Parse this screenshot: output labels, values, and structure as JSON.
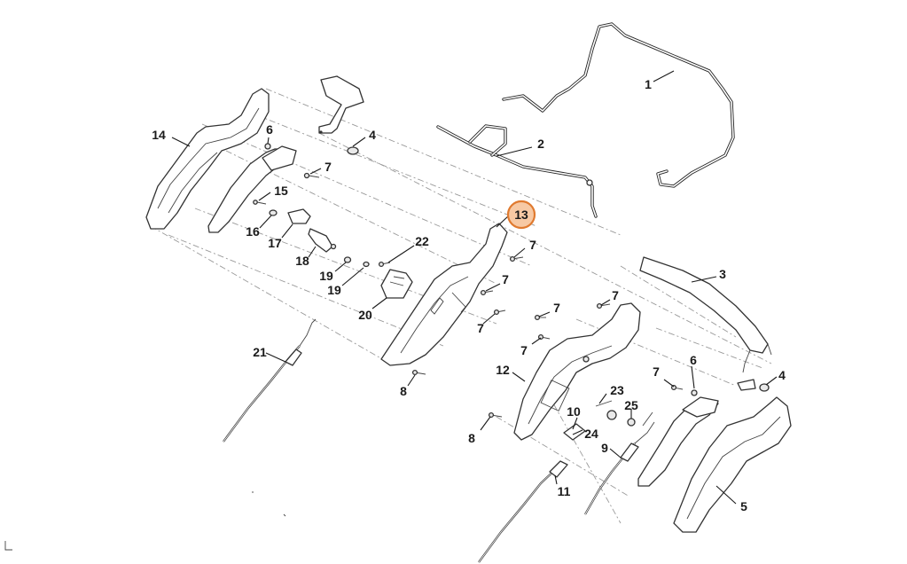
{
  "diagram": {
    "callouts": [
      {
        "id": "c1",
        "text": "1"
      },
      {
        "id": "c2",
        "text": "2"
      },
      {
        "id": "c3",
        "text": "3"
      },
      {
        "id": "c4a",
        "text": "4"
      },
      {
        "id": "c4b",
        "text": "4"
      },
      {
        "id": "c5",
        "text": "5"
      },
      {
        "id": "c6a",
        "text": "6"
      },
      {
        "id": "c6b",
        "text": "6"
      },
      {
        "id": "c7a",
        "text": "7"
      },
      {
        "id": "c7b",
        "text": "7"
      },
      {
        "id": "c7c",
        "text": "7"
      },
      {
        "id": "c7d",
        "text": "7"
      },
      {
        "id": "c7e",
        "text": "7"
      },
      {
        "id": "c7f",
        "text": "7"
      },
      {
        "id": "c7g",
        "text": "7"
      },
      {
        "id": "c7h",
        "text": "7"
      },
      {
        "id": "c8a",
        "text": "8"
      },
      {
        "id": "c8b",
        "text": "8"
      },
      {
        "id": "c9",
        "text": "9"
      },
      {
        "id": "c10",
        "text": "10"
      },
      {
        "id": "c11",
        "text": "11"
      },
      {
        "id": "c12",
        "text": "12"
      },
      {
        "id": "c13",
        "text": "13"
      },
      {
        "id": "c14",
        "text": "14"
      },
      {
        "id": "c15",
        "text": "15"
      },
      {
        "id": "c16",
        "text": "16"
      },
      {
        "id": "c17",
        "text": "17"
      },
      {
        "id": "c18",
        "text": "18"
      },
      {
        "id": "c19a",
        "text": "19"
      },
      {
        "id": "c19b",
        "text": "19"
      },
      {
        "id": "c20",
        "text": "20"
      },
      {
        "id": "c21",
        "text": "21"
      },
      {
        "id": "c22",
        "text": "22"
      },
      {
        "id": "c23",
        "text": "23"
      },
      {
        "id": "c24",
        "text": "24"
      },
      {
        "id": "c25",
        "text": "25"
      }
    ],
    "highlighted_callout": "13",
    "highlight_color": "#e07a2f",
    "highlight_fill": "#f7c9a4",
    "line_color": "#1a1a1a"
  }
}
